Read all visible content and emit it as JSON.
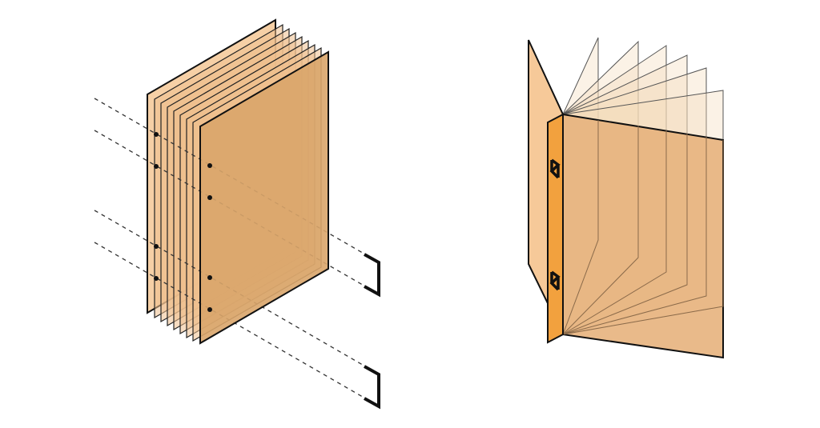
{
  "diagram": {
    "left_figure": "stapled-sheets-exploded",
    "right_figure": "stapled-booklet-fanned",
    "colors": {
      "sheet_fill": "#f3c08c",
      "sheet_front_fill": "#d9a56a",
      "spine_fill": "#f2a13e",
      "outline": "#111111",
      "background": "#ffffff"
    },
    "left": {
      "sheet_count": 8,
      "staple_count": 2,
      "guide_style": "dashed"
    },
    "right": {
      "fanned_page_count": 7,
      "staple_count": 2
    }
  }
}
